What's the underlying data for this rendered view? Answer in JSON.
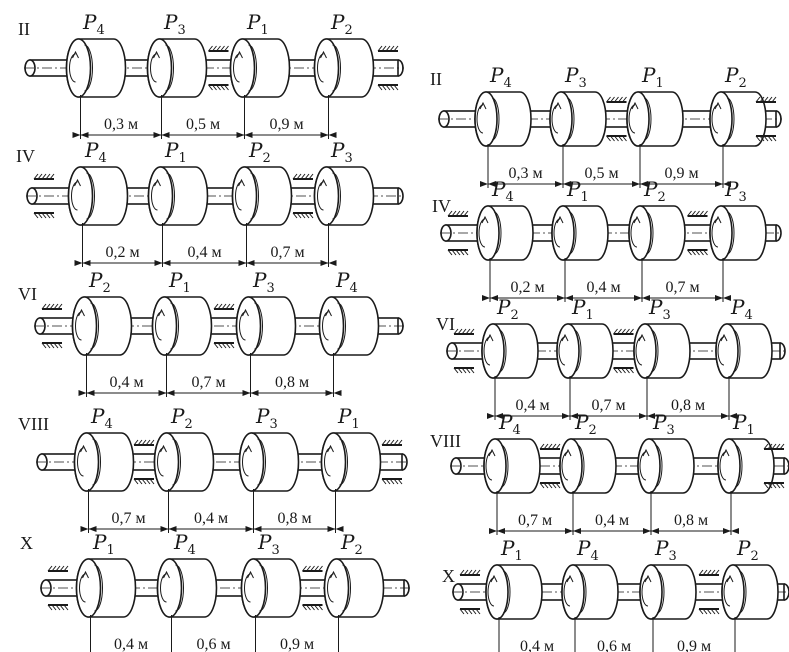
{
  "rows": [
    {
      "numeral": "II",
      "labels": [
        [
          "P",
          "4"
        ],
        [
          "P",
          "3"
        ],
        [
          "P",
          "1"
        ],
        [
          "P",
          "2"
        ]
      ],
      "dims": [
        "0,3 м",
        "0,5 м",
        "0,9 м"
      ],
      "supports": [
        "gap-2",
        "right-end"
      ]
    },
    {
      "numeral": "IV",
      "labels": [
        [
          "P",
          "4"
        ],
        [
          "P",
          "1"
        ],
        [
          "P",
          "2"
        ],
        [
          "P",
          "3"
        ]
      ],
      "dims": [
        "0,2 м",
        "0,4 м",
        "0,7 м"
      ],
      "supports": [
        "left-end",
        "gap-3"
      ]
    },
    {
      "numeral": "VI",
      "labels": [
        [
          "P",
          "2"
        ],
        [
          "P",
          "1"
        ],
        [
          "P",
          "3"
        ],
        [
          "P",
          "4"
        ]
      ],
      "dims": [
        "0,4 м",
        "0,7 м",
        "0,8 м"
      ],
      "supports": [
        "left-end",
        "gap-2"
      ]
    },
    {
      "numeral": "VIII",
      "labels": [
        [
          "P",
          "4"
        ],
        [
          "P",
          "2"
        ],
        [
          "P",
          "3"
        ],
        [
          "P",
          "1"
        ]
      ],
      "dims": [
        "0,7 м",
        "0,4 м",
        "0,8 м"
      ],
      "supports": [
        "gap-1",
        "right-end"
      ]
    },
    {
      "numeral": "X",
      "labels": [
        [
          "P",
          "1"
        ],
        [
          "P",
          "4"
        ],
        [
          "P",
          "3"
        ],
        [
          "P",
          "2"
        ]
      ],
      "dims": [
        "0,4 м",
        "0,6 м",
        "0,9 м"
      ],
      "supports": [
        "left-end",
        "gap-3"
      ]
    }
  ]
}
